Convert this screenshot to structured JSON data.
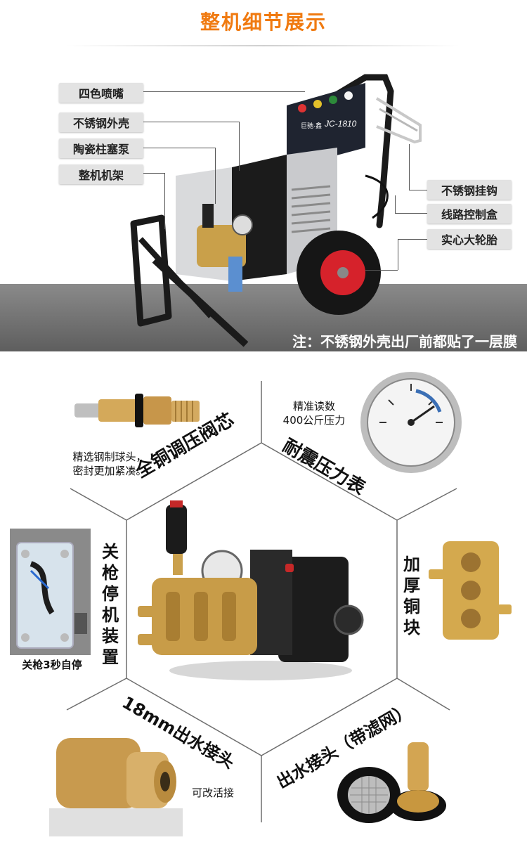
{
  "header": {
    "title": "整机细节展示"
  },
  "machine": {
    "panel_brand": "巨驰·鑫",
    "panel_model": "JC-1810",
    "left_labels": [
      "四色喷嘴",
      "不锈钢外壳",
      "陶瓷柱塞泵",
      "整机机架"
    ],
    "right_labels": [
      "不锈钢挂钩",
      "线路控制盒",
      "实心大轮胎"
    ],
    "note": "注：不锈钢外壳出厂前都贴了一层膜"
  },
  "details": {
    "valve": {
      "title": "全铜调压阀芯",
      "caption_line1": "精选钢制球头，",
      "caption_line2": "密封更加紧凑。"
    },
    "gauge": {
      "title": "耐震压力表",
      "caption_line1": "精准读数",
      "caption_line2": "400公斤压力"
    },
    "stop": {
      "title_chars": [
        "关",
        "枪",
        "停",
        "机",
        "装",
        "置"
      ],
      "caption": "关枪3秒自停"
    },
    "block": {
      "title_chars": [
        "加",
        "厚",
        "铜",
        "块"
      ]
    },
    "outlet18": {
      "title": "18mm出水接头",
      "caption": "可改活接"
    },
    "outlet_filter": {
      "title": "出水接头（带滤网）"
    }
  },
  "colors": {
    "accent": "#f07a10",
    "label_bg": "#e3e3e3",
    "band": "#6b6b6b",
    "brass": "#c9a04a",
    "frame": "#1c1c1c"
  }
}
